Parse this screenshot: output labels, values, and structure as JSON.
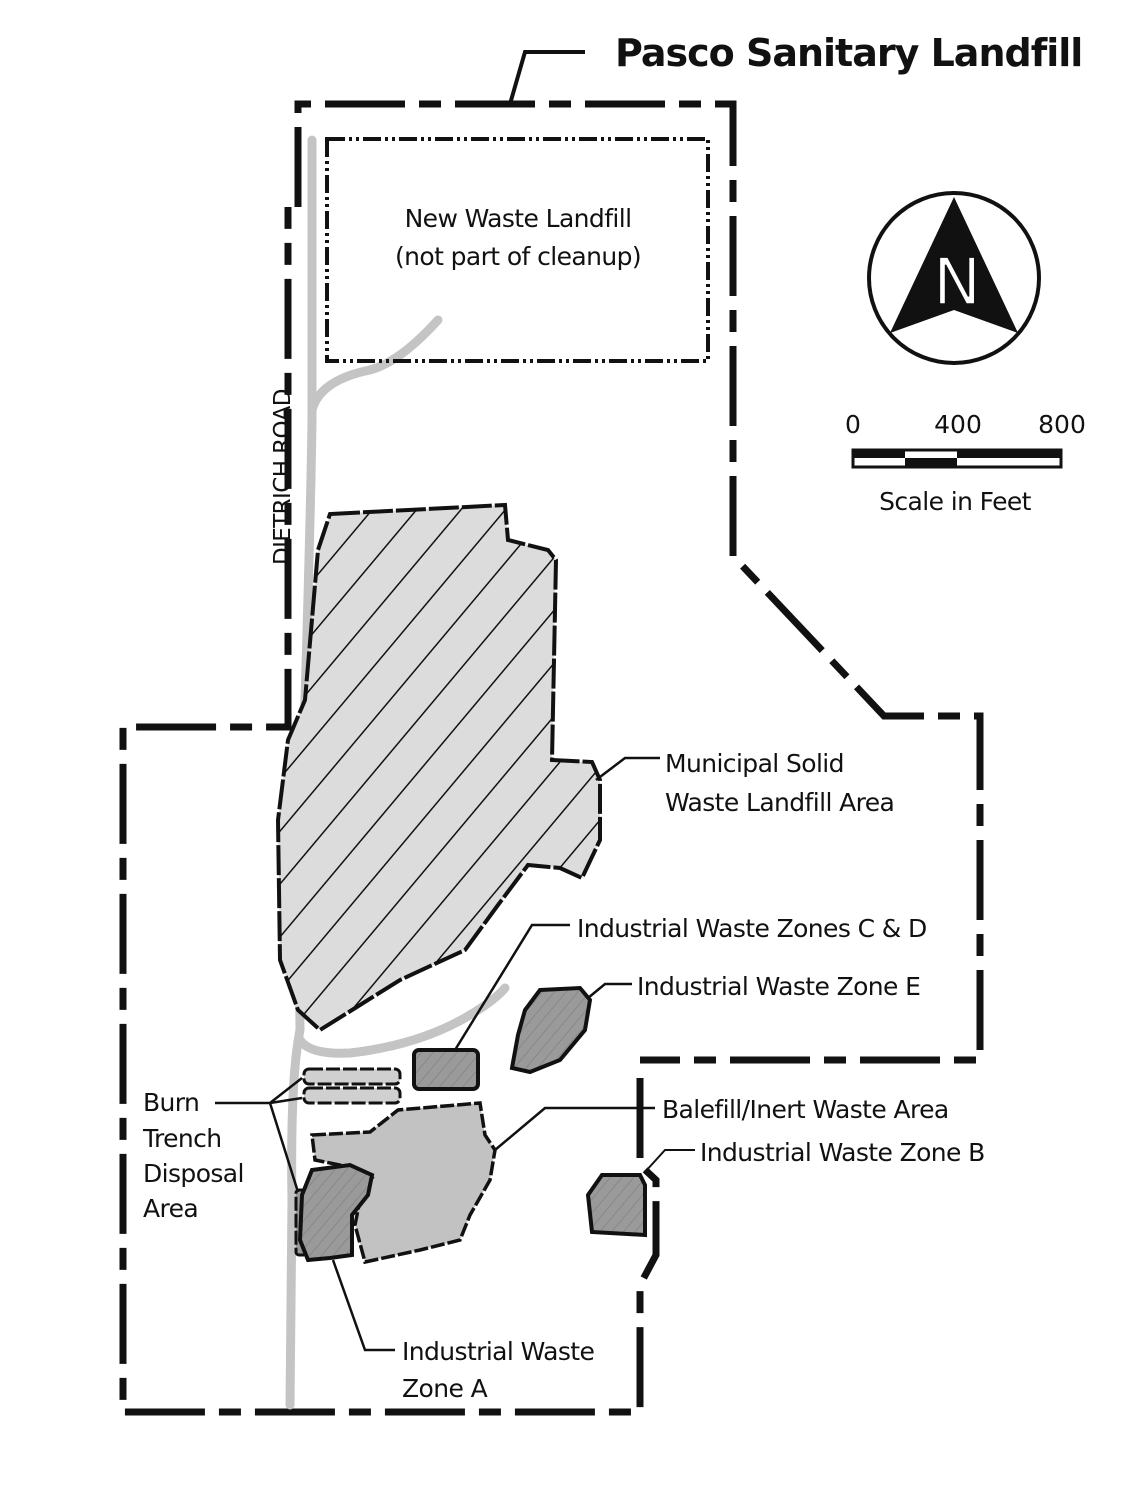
{
  "title": "Pasco Sanitary Landfill",
  "road": {
    "label": "DIETRICH ROAD"
  },
  "areas": {
    "new_waste": {
      "line1": "New Waste Landfill",
      "line2": "(not part of cleanup)"
    },
    "msw": {
      "line1": "Municipal Solid",
      "line2": "Waste Landfill Area"
    },
    "zones_cd": {
      "label": "Industrial Waste Zones C & D"
    },
    "zone_e": {
      "label": "Industrial Waste Zone E"
    },
    "balefill": {
      "label": "Balefill/Inert Waste Area"
    },
    "zone_b": {
      "label": "Industrial Waste Zone B"
    },
    "burn": {
      "line1": "Burn",
      "line2": "Trench",
      "line3": "Disposal",
      "line4": "Area"
    },
    "zone_a": {
      "line1": "Industrial Waste",
      "line2": "Zone A"
    }
  },
  "north_arrow": {
    "letter": "N"
  },
  "scale": {
    "ticks": [
      "0",
      "400",
      "800"
    ],
    "label": "Scale in Feet"
  },
  "colors": {
    "line": "#111111",
    "road": "#c4c4c4",
    "msw_fill": "#dcdcdc",
    "balefill_fill": "#c2c2c2",
    "zone_fill": "#9a9a9a"
  }
}
